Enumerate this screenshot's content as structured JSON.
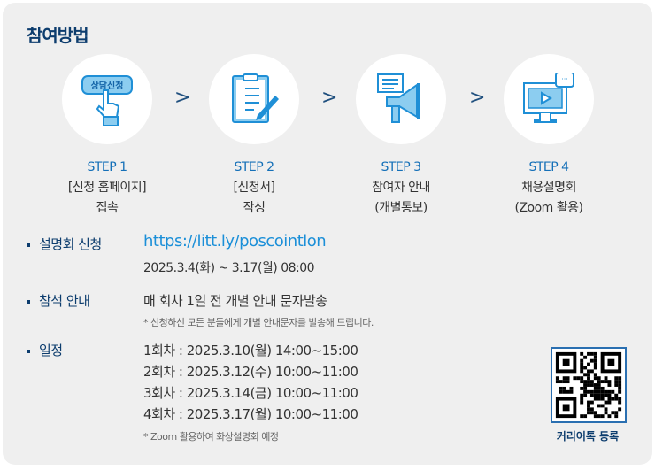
{
  "title": "참여방법",
  "steps": [
    {
      "step": "STEP 1",
      "line1": "[신청 홈페이지]",
      "line2": "접속",
      "icon": "click-apply-button-icon",
      "button_text": "상담신청"
    },
    {
      "step": "STEP 2",
      "line1": "[신청서]",
      "line2": "작성",
      "icon": "clipboard-form-icon"
    },
    {
      "step": "STEP 3",
      "line1": "참여자 안내",
      "line2": "(개별통보)",
      "icon": "megaphone-icon"
    },
    {
      "step": "STEP 4",
      "line1": "채용설명회",
      "line2": "(Zoom 활용)",
      "icon": "monitor-video-icon"
    }
  ],
  "arrow": ">",
  "apply": {
    "label": "설명회 신청",
    "link": "https://litt.ly/poscointlon",
    "period": "2025.3.4(화) ~ 3.17(월) 08:00"
  },
  "notice": {
    "label": "참석 안내",
    "text": "매 회차 1일 전 개별 안내 문자발송",
    "note": "* 신청하신 모든 분들에게 개별 안내문자를 발송해 드립니다."
  },
  "schedule": {
    "label": "일정",
    "items": [
      "1회차 : 2025.3.10(월) 14:00~15:00",
      "2회차 : 2025.3.12(수) 10:00~11:00",
      "3회차 : 2025.3.14(금) 10:00~11:00",
      "4회차 : 2025.3.17(월) 10:00~11:00"
    ],
    "note": "* Zoom 활용하여 화상설명회 예정"
  },
  "qr": {
    "label": "커리어톡 등록"
  }
}
